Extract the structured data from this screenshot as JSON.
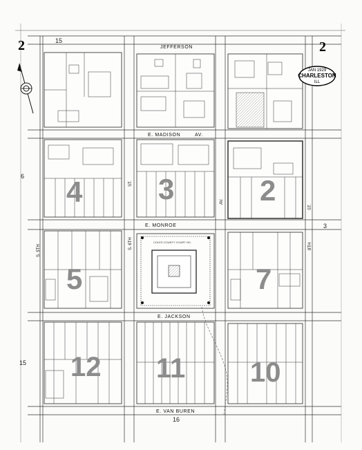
{
  "map": {
    "corner_left": "2",
    "corner_right": "2",
    "edge_top": "15",
    "edge_left_mid": "6",
    "edge_left_low": "15",
    "edge_right_mid": "3",
    "edge_bottom": "16",
    "cartouche": {
      "date": "JAN 1929",
      "city": "CHARLESTON",
      "state": "ILL"
    },
    "streets": {
      "jefferson": "JEFFERSON",
      "madison": "E. MADISON",
      "madison_suffix": "AV.",
      "monroe": "E. MONROE",
      "jackson": "E. JACKSON",
      "van_buren": "E. VAN BUREN",
      "fifth": "S. 5TH",
      "sixth": "S. 6TH",
      "seventh": "ST.",
      "av": "AV.",
      "st_right": "ST.",
      "eighth": "8TH"
    },
    "courthouse_label": "COLES COUNTY COURT HO.",
    "sheet_numbers": [
      "4",
      "3",
      "2",
      "5",
      "7",
      "12",
      "11",
      "10"
    ],
    "colors": {
      "ink": "#111111",
      "paper": "#fbfbf9",
      "sheet_number_gray": "#8c8c8c"
    },
    "icons": [
      "north-arrow-icon"
    ]
  }
}
